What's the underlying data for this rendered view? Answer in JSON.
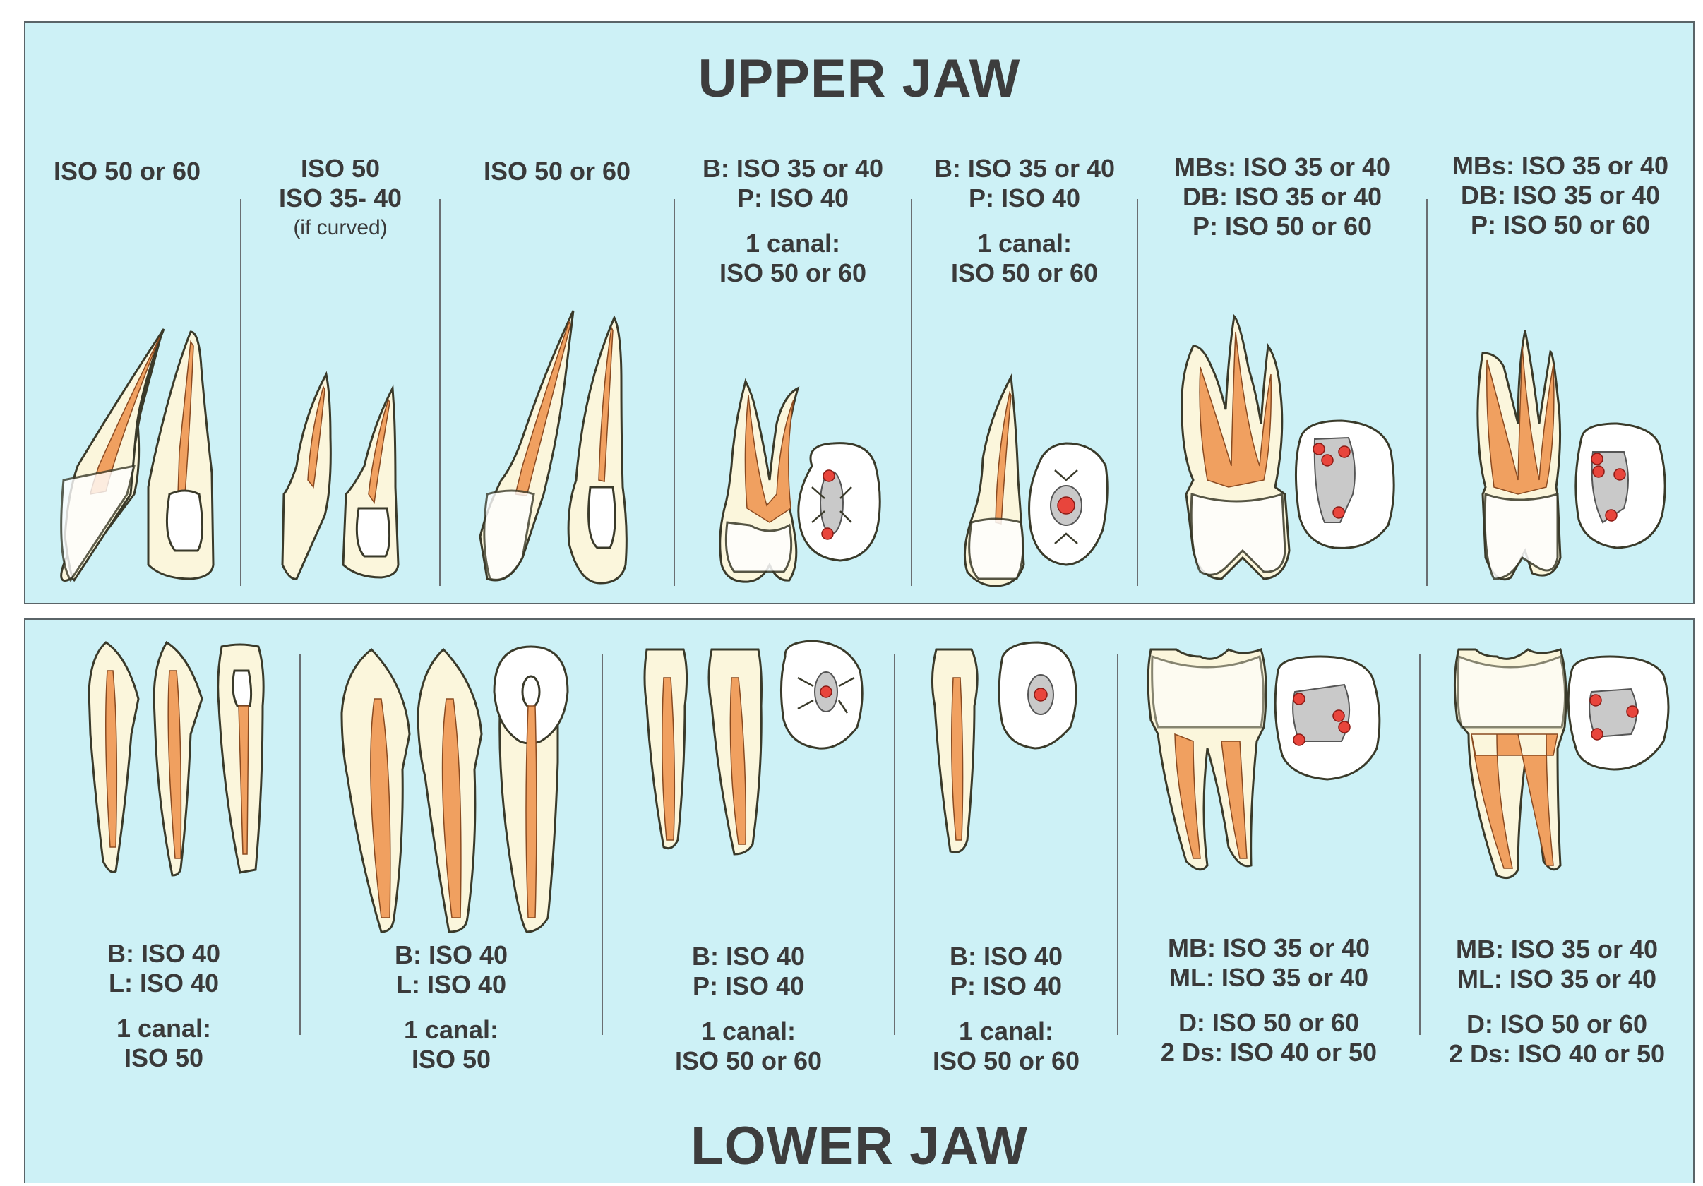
{
  "upper_jaw": {
    "title": "UPPER JAW",
    "columns": [
      {
        "lines": [
          "ISO 50 or 60"
        ]
      },
      {
        "lines": [
          "ISO 50",
          "ISO 35- 40"
        ],
        "note": "(if curved)"
      },
      {
        "lines": [
          "ISO 50 or 60"
        ]
      },
      {
        "lines": [
          "B: ISO 35 or 40",
          "P: ISO 40"
        ],
        "extra": [
          "1 canal:",
          "ISO 50 or 60"
        ]
      },
      {
        "lines": [
          "B: ISO 35 or 40",
          "P: ISO 40"
        ],
        "extra": [
          "1 canal:",
          "ISO 50 or 60"
        ]
      },
      {
        "lines": [
          "MBs: ISO 35 or 40",
          "DB: ISO 35 or 40",
          "P: ISO 50 or 60"
        ]
      },
      {
        "lines": [
          "MBs: ISO 35 or 40",
          "DB: ISO 35 or 40",
          "P: ISO 50 or 60"
        ]
      }
    ]
  },
  "lower_jaw": {
    "title": "LOWER JAW",
    "columns": [
      {
        "lines": [
          "B: ISO 40",
          "L: ISO 40"
        ],
        "extra": [
          "1 canal:",
          "ISO 50"
        ]
      },
      {
        "lines": [
          "B: ISO 40",
          "L: ISO 40"
        ],
        "extra": [
          "1 canal:",
          "ISO 50"
        ]
      },
      {
        "lines": [
          "B: ISO 40",
          "P: ISO 40"
        ],
        "extra": [
          "1 canal:",
          "ISO 50 or 60"
        ]
      },
      {
        "lines": [
          "B: ISO 40",
          "P: ISO 40"
        ],
        "extra": [
          "1 canal:",
          "ISO 50 or 60"
        ]
      },
      {
        "lines": [
          "MB: ISO 35 or 40",
          "ML: ISO 35 or 40"
        ],
        "extra": [
          "D: ISO 50 or 60",
          "2 Ds: ISO 40 or 50"
        ]
      },
      {
        "lines": [
          "MB: ISO 35 or 40",
          "ML: ISO 35 or 40"
        ],
        "extra": [
          "D: ISO 50 or 60",
          "2 Ds: ISO 40 or 50"
        ]
      }
    ]
  },
  "colors": {
    "panel_bg": "#cdf1f6",
    "tooth_fill": "#fbf6dc",
    "pulp": "#f0a060",
    "canal_dot": "#e8453c",
    "chamber_grey": "#c9c9c9"
  }
}
